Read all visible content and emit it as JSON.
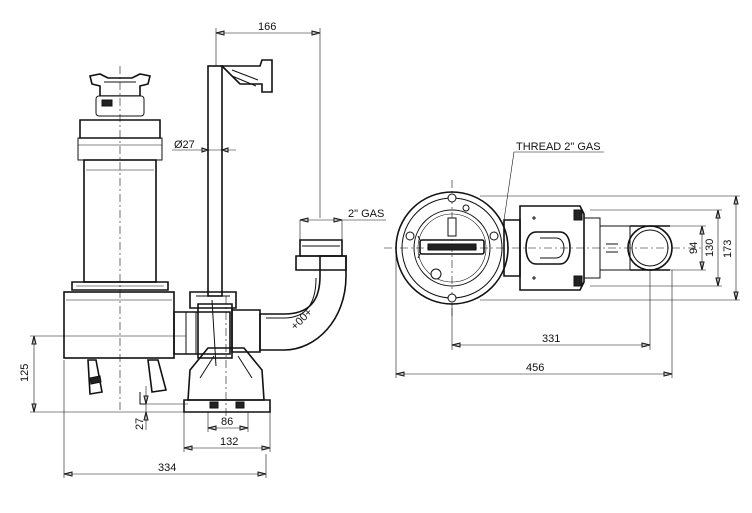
{
  "dimensions": {
    "d166": "166",
    "d27_diam": "Ø27",
    "d2gas": "2\" GAS",
    "d125": "125",
    "d27": "27",
    "d86": "86",
    "d132": "132",
    "d334": "334",
    "thread": "THREAD 2\" GAS",
    "d331": "331",
    "d456": "456",
    "d94": "94",
    "d130": "130",
    "d173": "173"
  },
  "labels": {
    "flow_arrow_text": "+00+"
  },
  "colors": {
    "line": "#111111",
    "background": "#ffffff"
  }
}
